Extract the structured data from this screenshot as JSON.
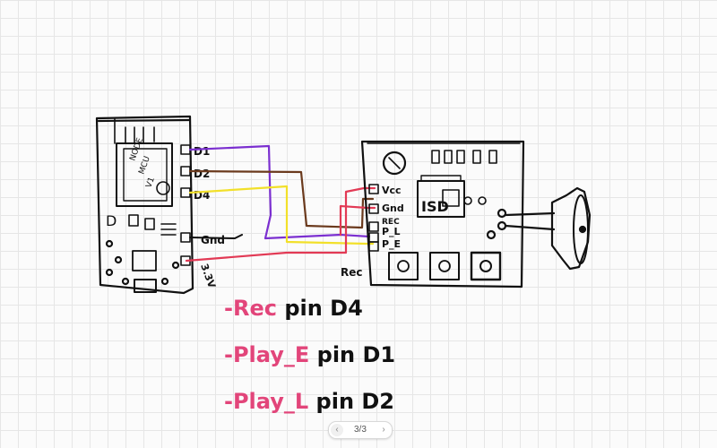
{
  "diagram": {
    "nodemcu": {
      "chip_text": [
        "NODE",
        "MCU",
        "V1"
      ],
      "pin_labels": [
        "D1",
        "D2",
        "D4"
      ],
      "board_letter": "D",
      "gnd_label": "Gnd",
      "v33_label": "3.3V"
    },
    "module": {
      "pin_labels": [
        "Vcc",
        "Gnd",
        "REC",
        "P_L",
        "P_E"
      ],
      "chip_text": "ISD",
      "rec_label": "Rec"
    },
    "wire_colors": {
      "purple": "#7b2fd0",
      "brown": "#6b3a1d",
      "yellow": "#f2e02a",
      "red": "#e23a55",
      "ink": "#111111",
      "accent": "#e2457a"
    }
  },
  "notes": [
    {
      "label": "-Rec",
      "pin": "pin D4"
    },
    {
      "label": "-Play_E",
      "pin": "pin D1"
    },
    {
      "label": "-Play_L",
      "pin": "pin D2"
    }
  ],
  "pager": {
    "prev_icon": "chevron-left-icon",
    "counter": "3/3",
    "next_icon": "chevron-right-icon"
  }
}
